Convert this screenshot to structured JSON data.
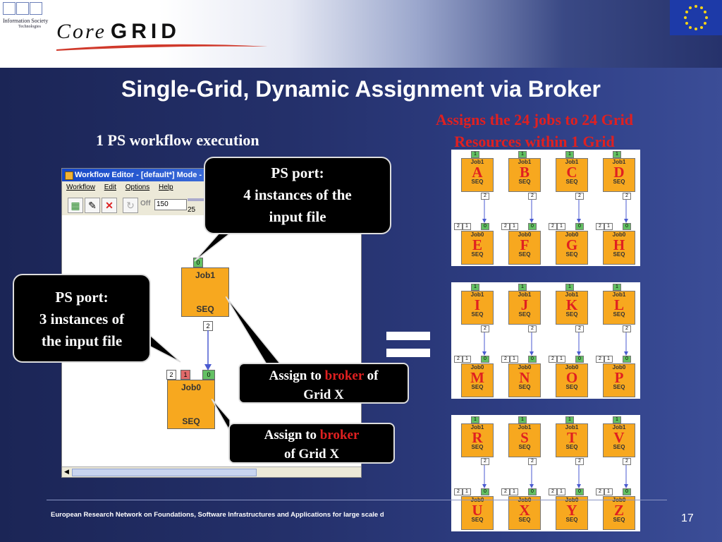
{
  "header": {
    "ist_label": "Information Society",
    "ist_sub": "Technologies",
    "logo_core": "Core",
    "logo_grid": "GRID"
  },
  "title": "Single-Grid, Dynamic Assignment via Broker",
  "red_note_line1": "Assigns the 24 jobs to 24 Grid",
  "red_note_line2": "Resources within 1 Grid",
  "subtitle": "1 PS workflow execution",
  "window": {
    "title": "Workflow Editor - [default*]  Mode - Ed",
    "menu": [
      "Workflow",
      "Edit",
      "Options",
      "Help"
    ],
    "toolbar_off": "Off",
    "toolbar_value": "150",
    "slider_value": "25",
    "job1": {
      "name": "Job1",
      "type": "SEQ",
      "in_port": "0",
      "out_port": "2"
    },
    "job0": {
      "name": "Job0",
      "type": "SEQ",
      "ports": [
        "2",
        "1",
        "0"
      ]
    }
  },
  "bubbles": {
    "ps_port_top": {
      "line1": "PS port:",
      "line2": "4 instances of the",
      "line3": "input file"
    },
    "ps_port_left": {
      "line1": "PS port:",
      "line2": "3 instances of",
      "line3": "the input file"
    },
    "assign_1": {
      "pre": "Assign to ",
      "broker": "broker",
      "post": " of",
      "line2": "Grid X"
    },
    "assign_2": {
      "pre": "Assign to ",
      "broker": "broker",
      "line2": "of Grid X"
    }
  },
  "mini_jobs": {
    "top_name": "Job1",
    "bottom_name": "Job0",
    "type": "SEQ",
    "groups": [
      {
        "top": [
          "A",
          "B",
          "C",
          "D"
        ],
        "bottom": [
          "E",
          "F",
          "G",
          "H"
        ]
      },
      {
        "top": [
          "I",
          "J",
          "K",
          "L"
        ],
        "bottom": [
          "M",
          "N",
          "O",
          "P"
        ]
      },
      {
        "top": [
          "R",
          "S",
          "T",
          "V"
        ],
        "bottom": [
          "U",
          "X",
          "Y",
          "Z"
        ]
      }
    ]
  },
  "footer": "European Research Network on Foundations, Software Infrastructures and Applications for large scale d",
  "page_number": "17",
  "colors": {
    "accent_red": "#e02020",
    "job_orange": "#f7a81f",
    "port_green": "#63c063",
    "background": "#24306a"
  }
}
